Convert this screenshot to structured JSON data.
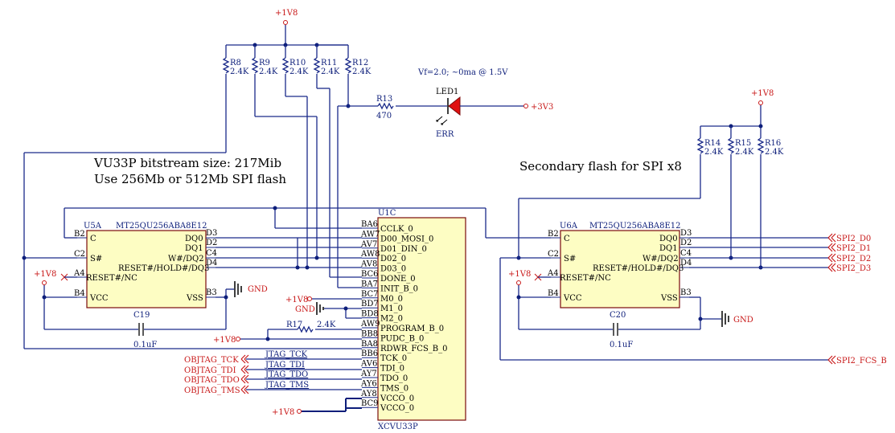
{
  "notes": {
    "vu33p_line1": "VU33P bitstream size: 217Mib",
    "vu33p_line2": "Use 256Mb or 512Mb SPI flash",
    "secondary": "Secondary flash for SPI x8",
    "led_vf": "Vf=2.0; ~0ma @ 1.5V"
  },
  "power": {
    "v1v8": "+1V8",
    "v3v3": "+3V3",
    "gnd": "GND"
  },
  "resistors": {
    "r8": "R8",
    "r9": "R9",
    "r10": "R10",
    "r11": "R11",
    "r12": "R12",
    "r13": "R13",
    "r14": "R14",
    "r15": "R15",
    "r16": "R16",
    "r17": "R17",
    "val_2k4": "2.4K",
    "val_470": "470"
  },
  "led": {
    "ref": "LED1",
    "label": "ERR"
  },
  "caps": {
    "c19": "C19",
    "c20": "C20",
    "value": "0.1uF"
  },
  "u5": {
    "ref": "U5A",
    "part": "MT25QU256ABA8E12",
    "pins_left": [
      {
        "num": "B2",
        "name": "C"
      },
      {
        "num": "C2",
        "name": "S#"
      },
      {
        "num": "A4",
        "name": "RESET#/NC"
      },
      {
        "num": "B4",
        "name": "VCC"
      }
    ],
    "pins_right": [
      {
        "num": "D3",
        "name": "DQ0"
      },
      {
        "num": "D2",
        "name": "DQ1"
      },
      {
        "num": "C4",
        "name": "W#/DQ2"
      },
      {
        "num": "D4",
        "name": "RESET#/HOLD#/DQ3"
      },
      {
        "num": "B3",
        "name": "VSS"
      }
    ]
  },
  "u6": {
    "ref": "U6A",
    "part": "MT25QU256ABA8E12",
    "pins_left": [
      {
        "num": "B2",
        "name": "C"
      },
      {
        "num": "C2",
        "name": "S#"
      },
      {
        "num": "A4",
        "name": "RESET#/NC"
      },
      {
        "num": "B4",
        "name": "VCC"
      }
    ],
    "pins_right": [
      {
        "num": "D3",
        "name": "DQ0"
      },
      {
        "num": "D2",
        "name": "DQ1"
      },
      {
        "num": "C4",
        "name": "W#/DQ2"
      },
      {
        "num": "D4",
        "name": "RESET#/HOLD#/DQ3"
      },
      {
        "num": "B3",
        "name": "VSS"
      }
    ]
  },
  "u1": {
    "ref": "U1C",
    "part": "XCVU33P",
    "pins": [
      {
        "num": "BA6",
        "name": "CCLK_0"
      },
      {
        "num": "AW7",
        "name": "D00_MOSI_0"
      },
      {
        "num": "AV7",
        "name": "D01_DIN_0"
      },
      {
        "num": "AW8",
        "name": "D02_0"
      },
      {
        "num": "AV8",
        "name": "D03_0"
      },
      {
        "num": "BC6",
        "name": "DONE_0"
      },
      {
        "num": "BA7",
        "name": "INIT_B_0"
      },
      {
        "num": "BC7",
        "name": "M0_0"
      },
      {
        "num": "BD7",
        "name": "M1_0"
      },
      {
        "num": "BD8",
        "name": "M2_0"
      },
      {
        "num": "AW9",
        "name": "PROGRAM_B_0"
      },
      {
        "num": "BB8",
        "name": "PUDC_B_0"
      },
      {
        "num": "BA8",
        "name": "RDWR_FCS_B_0"
      },
      {
        "num": "BB6",
        "name": "TCK_0"
      },
      {
        "num": "AV6",
        "name": "TDI_0"
      },
      {
        "num": "AY7",
        "name": "TDO_0"
      },
      {
        "num": "AY6",
        "name": "TMS_0"
      },
      {
        "num": "AY8",
        "name": "VCCO_0"
      },
      {
        "num": "BC9",
        "name": "VCCO_0"
      }
    ]
  },
  "jtag": {
    "ports": [
      "OBJTAG_TCK",
      "OBJTAG_TDI",
      "OBJTAG_TDO",
      "OBJTAG_TMS"
    ],
    "nets": [
      "JTAG_TCK",
      "JTAG_TDI",
      "JTAG_TDO",
      "JTAG_TMS"
    ]
  },
  "spi2": {
    "ports": [
      "SPI2_D0",
      "SPI2_D1",
      "SPI2_D2",
      "SPI2_D3"
    ],
    "fcs": "SPI2_FCS_B"
  },
  "colors": {
    "wire": "#0d1e7a",
    "port": "#c81818",
    "chip_fill": "#fdfdc3",
    "chip_border": "#7a0a0a",
    "led_fill": "#e01010"
  }
}
